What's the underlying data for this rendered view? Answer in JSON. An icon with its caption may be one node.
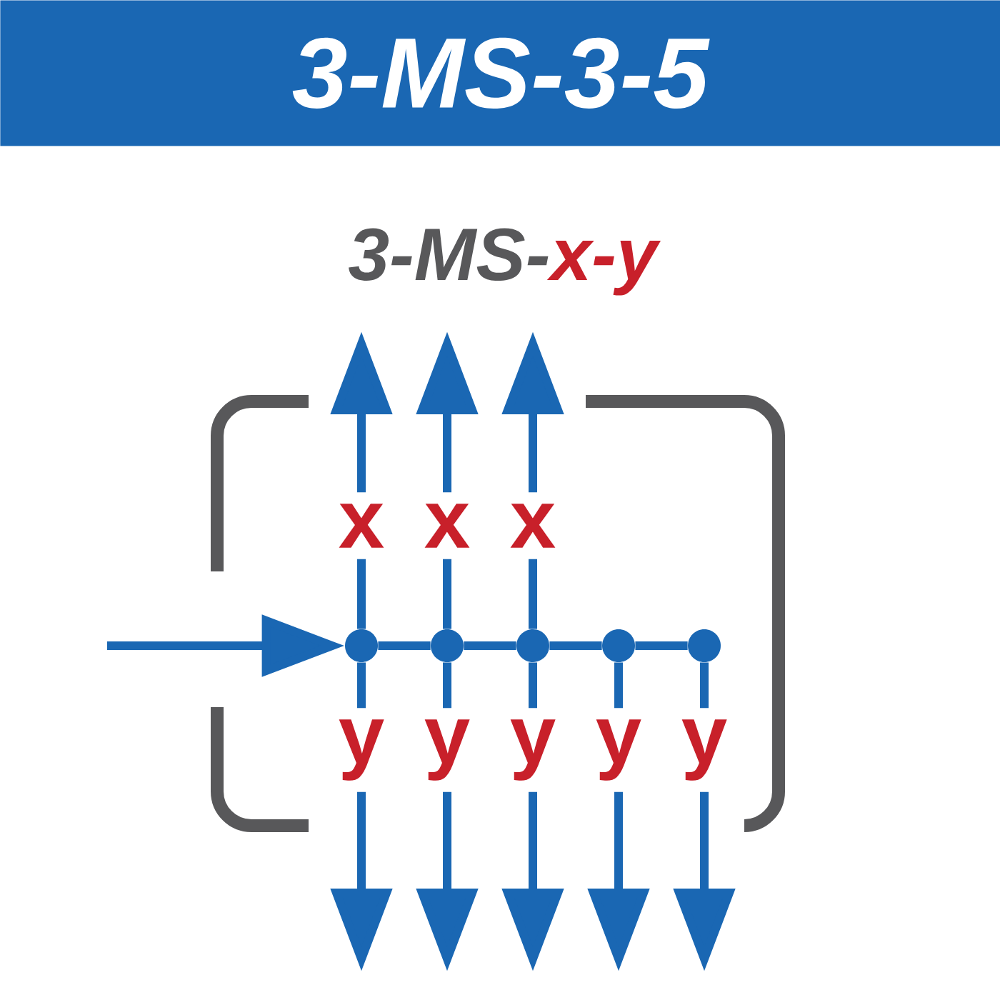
{
  "diagram": {
    "title": "3-MS-3-5",
    "nodes": [
      {
        "text": [],
        "shape": "circle"
      },
      {
        "text": [],
        "shape": "circle"
      },
      {
        "text": [],
        "shape": "circle"
      },
      {
        "text": [],
        "shape": "circle"
      },
      {
        "text": [],
        "shape": "circle"
      }
    ],
    "edges": [
      {
        "from": null,
        "to": 0,
        "arrow": "to"
      },
      {
        "from": 0,
        "to": 1,
        "arrow": "none"
      },
      {
        "from": 1,
        "to": 2,
        "arrow": "none"
      },
      {
        "from": 2,
        "to": 3,
        "arrow": "none"
      },
      {
        "from": 3,
        "to": 4,
        "arrow": "none"
      },
      {
        "from": 0,
        "to": null,
        "arrow": "to",
        "label": "x"
      },
      {
        "from": 1,
        "to": null,
        "arrow": "to",
        "label": "x"
      },
      {
        "from": 2,
        "to": null,
        "arrow": "to",
        "label": "x"
      },
      {
        "from": 0,
        "to": null,
        "arrow": "to",
        "label": "y"
      },
      {
        "from": 1,
        "to": null,
        "arrow": "to",
        "label": "y"
      },
      {
        "from": 2,
        "to": null,
        "arrow": "to",
        "label": "y"
      },
      {
        "from": 3,
        "to": null,
        "arrow": "to",
        "label": "y"
      },
      {
        "from": 4,
        "to": null,
        "arrow": "to",
        "label": "y"
      }
    ],
    "labels": [
      "3-MS-",
      "x-y"
    ]
  }
}
